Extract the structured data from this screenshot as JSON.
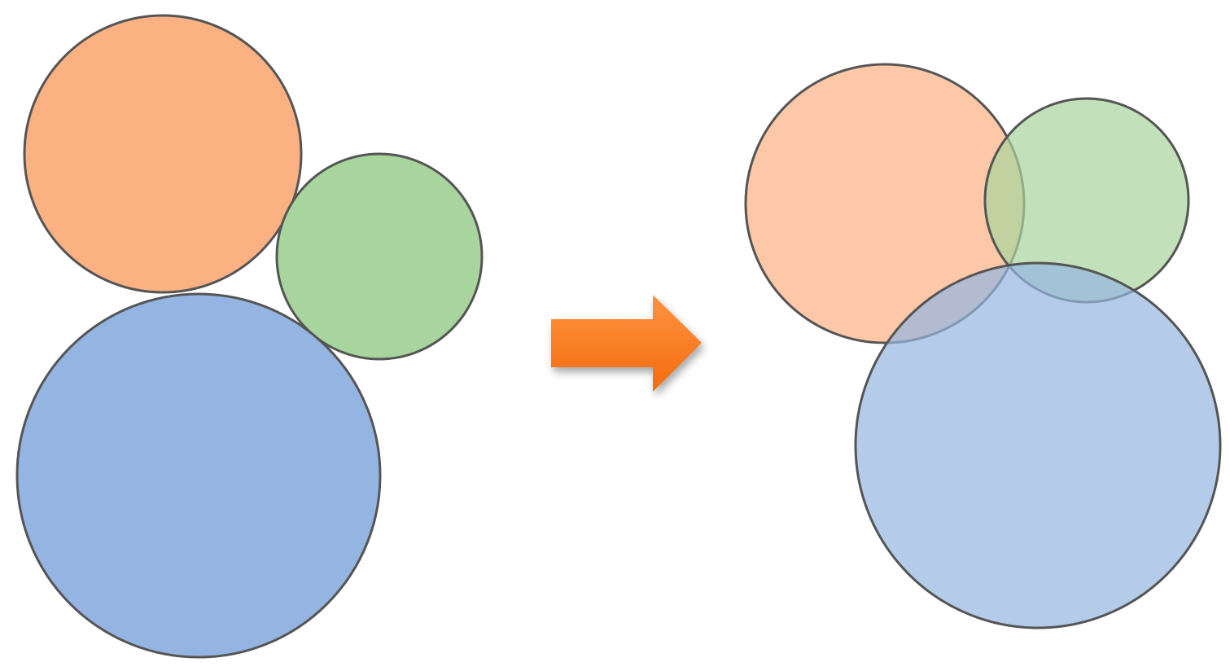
{
  "diagram": {
    "before_group": {
      "circles": [
        {
          "name": "orange",
          "fill": "#fbb182"
        },
        {
          "name": "green",
          "fill": "#a8d49d"
        },
        {
          "name": "blue",
          "fill": "#94b5e1"
        }
      ]
    },
    "after_group": {
      "circles": [
        {
          "name": "orange",
          "fill": "#fbb182"
        },
        {
          "name": "green",
          "fill": "#a8d49d"
        },
        {
          "name": "blue",
          "fill": "#94b5e1"
        }
      ]
    },
    "arrow": {
      "color_light": "#ff9440",
      "color_dark": "#f26b0e",
      "direction": "right"
    },
    "colors": {
      "stroke": "#555555",
      "background": "#ffffff"
    }
  }
}
